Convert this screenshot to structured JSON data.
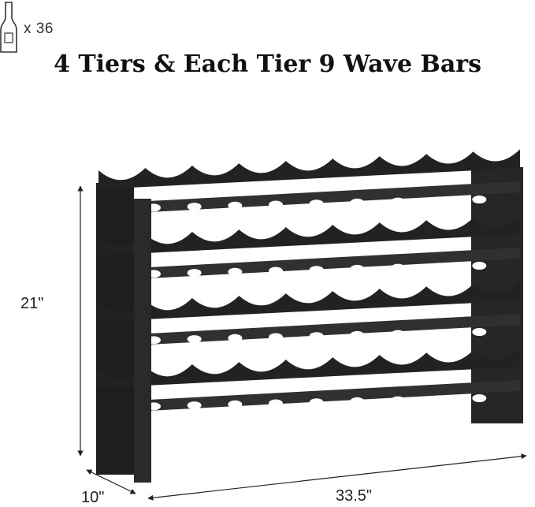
{
  "badge": {
    "icon": "wine-bottle-icon",
    "count_text": "x 36"
  },
  "title": "4 Tiers & Each Tier 9 Wave Bars",
  "dimensions": {
    "height": "21\"",
    "depth": "10\"",
    "width": "33.5\""
  },
  "product": {
    "tiers": 4,
    "wave_bars_per_tier": 9,
    "bottle_capacity": 36,
    "color": "#222222"
  }
}
